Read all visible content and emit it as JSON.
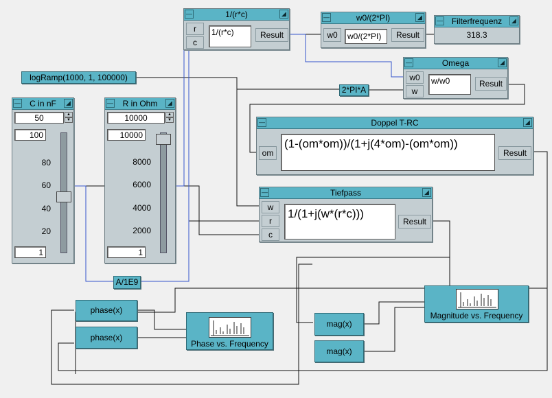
{
  "nodes": {
    "rc": {
      "title": "1/(r*c)",
      "formula": "1/(r*c)",
      "in_r": "r",
      "in_c": "c",
      "out": "Result"
    },
    "w0": {
      "title": "w0/(2*PI)",
      "formula": "w0/(2*PI)",
      "in_w0": "w0",
      "out": "Result"
    },
    "filter": {
      "title": "Filterfrequenz",
      "value": "318.3"
    },
    "omega": {
      "title": "Omega",
      "formula": "w/w0",
      "in_w0": "w0",
      "in_w": "w",
      "out": "Result"
    },
    "logramp": {
      "label": "logRamp(1000, 1, 100000)"
    },
    "twopia": {
      "label": "2*PI*A"
    },
    "doppel": {
      "title": "Doppel T-RC",
      "formula": "(1-(om*om))/(1+j(4*om)-(om*om))",
      "in_om": "om",
      "out": "Result"
    },
    "tiefpass": {
      "title": "Tiefpass",
      "formula": "1/(1+j(w*(r*c)))",
      "in_w": "w",
      "in_r": "r",
      "in_c": "c",
      "out": "Result"
    },
    "a1e9": {
      "label": "A/1E9"
    },
    "phase1": {
      "label": "phase(x)"
    },
    "phase2": {
      "label": "phase(x)"
    },
    "mag1": {
      "label": "mag(x)"
    },
    "mag2": {
      "label": "mag(x)"
    },
    "phase_graph": {
      "title": "Phase vs. Frequency"
    },
    "mag_graph": {
      "title": "Magnitude vs. Frequency"
    }
  },
  "sliders": {
    "c": {
      "title": "C in nF",
      "value": "50",
      "max_field": "100",
      "min_field": "1",
      "ticks": [
        "80",
        "60",
        "40",
        "20"
      ],
      "tick_values": [
        80,
        60,
        40,
        20
      ],
      "min": 1,
      "max": 100,
      "current": 50
    },
    "r": {
      "title": "R in Ohm",
      "value": "10000",
      "max_field": "10000",
      "min_field": "1",
      "ticks": [
        "8000",
        "6000",
        "4000",
        "2000"
      ],
      "tick_values": [
        8000,
        6000,
        4000,
        2000
      ],
      "min": 1,
      "max": 10000,
      "current": 10000
    }
  },
  "colors": {
    "accent": "#5ab4c6",
    "panel": "#c4ced2",
    "wire_black": "#111111",
    "wire_blue": "#3355cc"
  },
  "icons": {
    "minimize": "minimize-icon",
    "menu": "menu-arrow-icon",
    "graph": "graph-icon"
  }
}
